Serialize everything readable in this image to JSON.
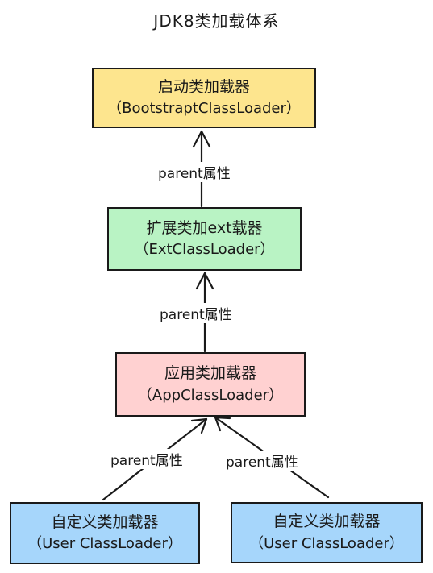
{
  "title": "JDK8类加载体系",
  "colors": {
    "bootstrap_fill": "#fde58e",
    "ext_fill": "#b9f3c4",
    "app_fill": "#ffd1d1",
    "user_fill": "#a6d6fb",
    "stroke": "#1a1a1a"
  },
  "boxes": {
    "bootstrap": {
      "name": "启动类加载器",
      "class": "（BootstraptClassLoader）"
    },
    "ext": {
      "name": "扩展类加ext载器",
      "class": "（ExtClassLoader）"
    },
    "app": {
      "name": "应用类加载器",
      "class": "（AppClassLoader）"
    },
    "user1": {
      "name": "自定义类加载器",
      "class": "（User ClassLoader）"
    },
    "user2": {
      "name": "自定义类加载器",
      "class": "（User ClassLoader）"
    }
  },
  "edges": {
    "ext_to_bootstrap": "parent属性",
    "app_to_ext": "parent属性",
    "user1_to_app": "parent属性",
    "user2_to_app": "parent属性"
  }
}
